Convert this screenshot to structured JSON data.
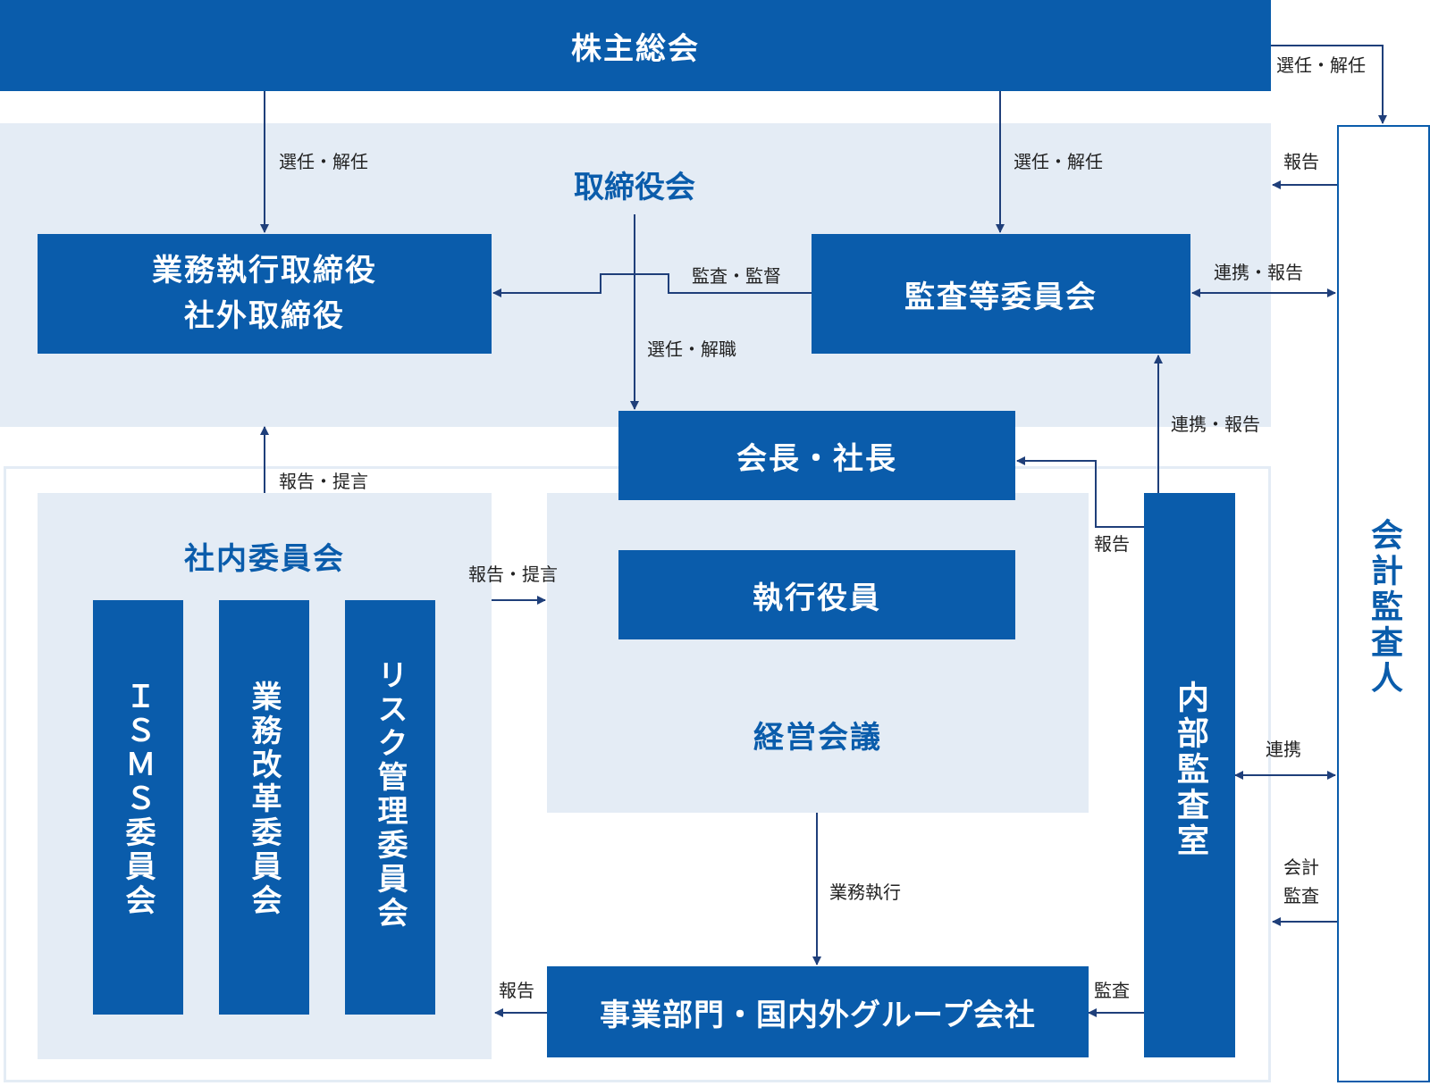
{
  "colors": {
    "accent": "#0a5cab",
    "panel": "#e4ecf5",
    "line": "#1f3f7a"
  },
  "nodes": {
    "shareholders": "株主総会",
    "board": "取締役会",
    "exec_directors_line1": "業務執行取締役",
    "exec_directors_line2": "社外取締役",
    "audit_committee": "監査等委員会",
    "president": "会長・社長",
    "exec_officers": "執行役員",
    "management_meeting": "経営会議",
    "internal_committees": "社内委員会",
    "isms": "ＩＳＭＳ委員会",
    "business_reform": "業務改革委員会",
    "risk_management": "リスク管理委員会",
    "business_units": "事業部門・国内外グループ会社",
    "internal_audit": "内部監査室",
    "accounting_auditor": "会計監査人"
  },
  "edges": {
    "appoint_dismiss_left": "選任・解任",
    "appoint_dismiss_mid": "選任・解任",
    "appoint_dismiss_right": "選任・解任",
    "report_top_right": "報告",
    "audit_supervise": "監査・監督",
    "appoint_dismiss_officers": "選任・解職",
    "coop_report_audit_acct": "連携・報告",
    "coop_report_internal": "連携・報告",
    "report_propose_up": "報告・提言",
    "report_propose_right": "報告・提言",
    "report_internal_president": "報告",
    "coop": "連携",
    "accounting_audit_1": "会計",
    "accounting_audit_2": "監査",
    "business_execution": "業務執行",
    "report_units": "報告",
    "audit": "監査"
  }
}
